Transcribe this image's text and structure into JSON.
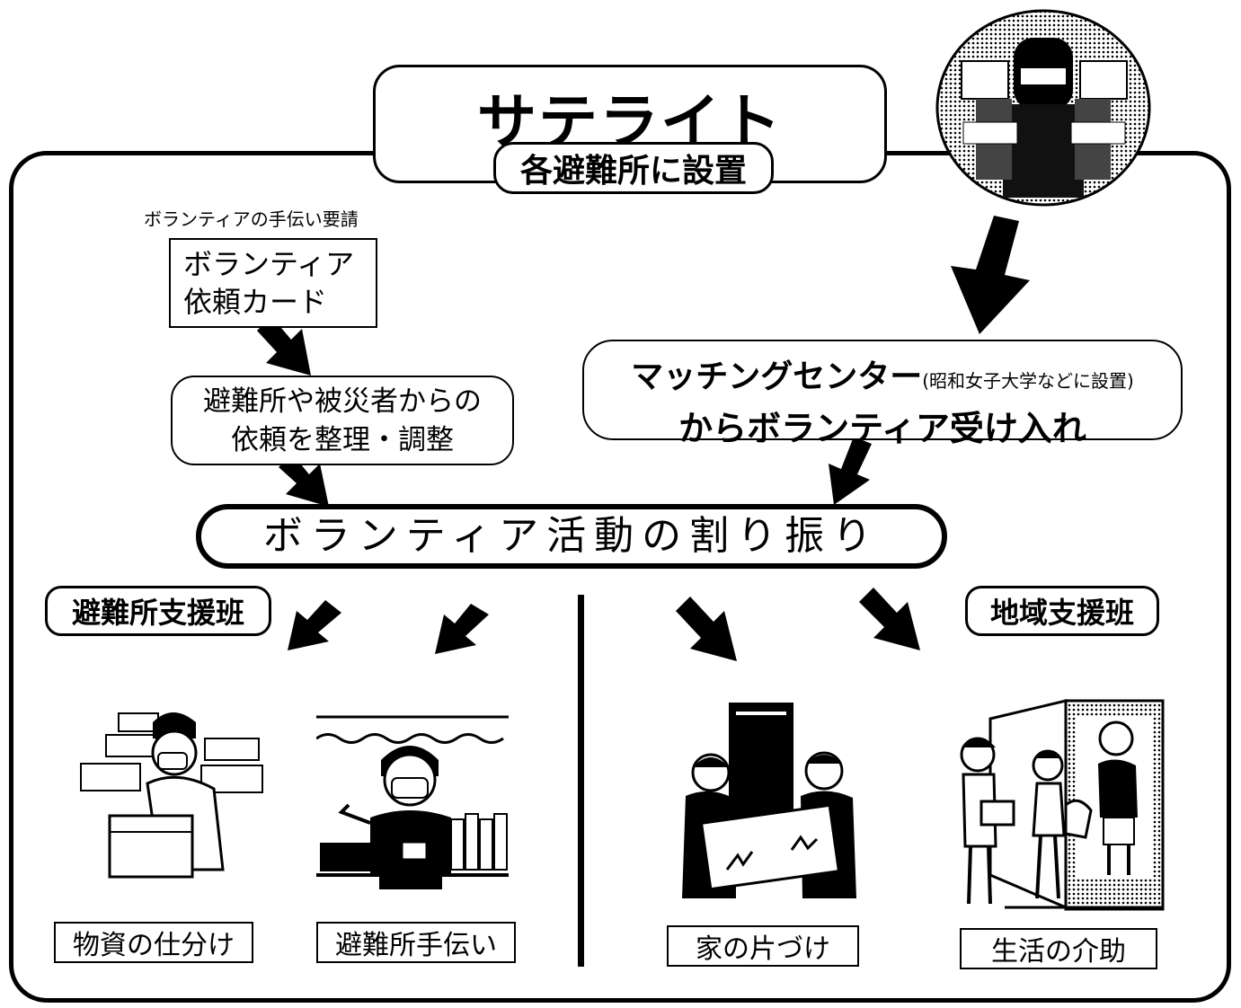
{
  "title": "サテライト",
  "subtitle": "各避難所に設置",
  "request_label": "ボランティアの手伝い要請",
  "request_card": [
    "ボランティア",
    "依頼カード"
  ],
  "organize_box": [
    "避難所や被災者からの",
    "依頼を整理・調整"
  ],
  "matching_center": {
    "name": "マッチングセンター",
    "location_note": "(昭和女子大学などに設置)",
    "line2": "からボランティア受け入れ"
  },
  "allocation": "ボランティア活動の割り振り",
  "teams": {
    "left": "避難所支援班",
    "right": "地域支援班"
  },
  "tasks": [
    "物資の仕分け",
    "避難所手伝い",
    "家の片づけ",
    "生活の介助"
  ]
}
